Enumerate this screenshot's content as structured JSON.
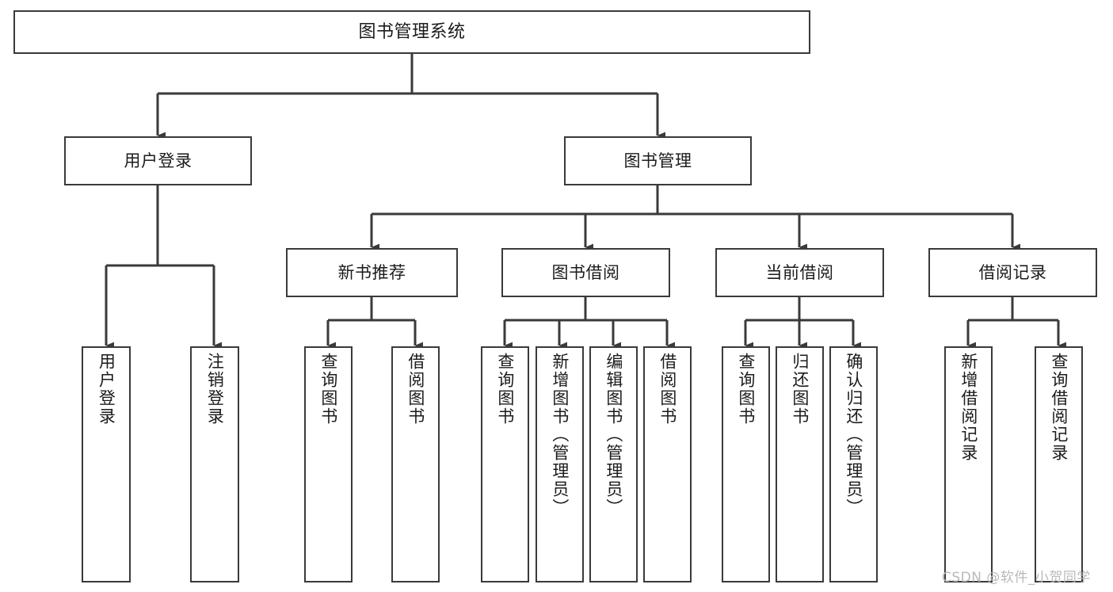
{
  "diagram": {
    "title": "图书管理系统",
    "type": "tree-hierarchy",
    "watermark": "CSDN @软件_小贺同学",
    "colors": {
      "box_border": "#3a3a3a",
      "box_fill": "#ffffff",
      "connector": "#3a3a3a",
      "text": "#1b1b1b",
      "watermark": "#b9b9b9",
      "background": "#ffffff"
    },
    "levels": {
      "root": "图书管理系统",
      "level2": [
        "用户登录",
        "图书管理"
      ],
      "level3": [
        "新书推荐",
        "图书借阅",
        "当前借阅",
        "借阅记录"
      ]
    },
    "nodes": {
      "root": {
        "label": "图书管理系统"
      },
      "user_login": {
        "label": "用户登录"
      },
      "book_manage": {
        "label": "图书管理"
      },
      "new_book_rec": {
        "label": "新书推荐"
      },
      "book_borrow": {
        "label": "图书借阅"
      },
      "current_borrow": {
        "label": "当前借阅"
      },
      "borrow_record": {
        "label": "借阅记录"
      },
      "leaf_user_login": {
        "label": "用户登录"
      },
      "leaf_logout": {
        "label": "注销登录"
      },
      "leaf_query_book_a": {
        "label": "查询图书"
      },
      "leaf_borrow_book_a": {
        "label": "借阅图书"
      },
      "leaf_query_book_b": {
        "label": "查询图书"
      },
      "leaf_add_book": {
        "label": "新增图书（管理员）"
      },
      "leaf_edit_book": {
        "label": "编辑图书（管理员）"
      },
      "leaf_borrow_book_b": {
        "label": "借阅图书"
      },
      "leaf_query_book_c": {
        "label": "查询图书"
      },
      "leaf_return_book": {
        "label": "归还图书"
      },
      "leaf_confirm_return": {
        "label": "确认归还（管理员）"
      },
      "leaf_add_record": {
        "label": "新增借阅记录"
      },
      "leaf_query_record": {
        "label": "查询借阅记录"
      }
    },
    "edges": [
      {
        "from": "图书管理系统",
        "to": "用户登录"
      },
      {
        "from": "图书管理系统",
        "to": "图书管理"
      },
      {
        "from": "用户登录",
        "to": "用户登录"
      },
      {
        "from": "用户登录",
        "to": "注销登录"
      },
      {
        "from": "图书管理",
        "to": "新书推荐"
      },
      {
        "from": "图书管理",
        "to": "图书借阅"
      },
      {
        "from": "图书管理",
        "to": "当前借阅"
      },
      {
        "from": "图书管理",
        "to": "借阅记录"
      },
      {
        "from": "新书推荐",
        "to": "查询图书"
      },
      {
        "from": "新书推荐",
        "to": "借阅图书"
      },
      {
        "from": "图书借阅",
        "to": "查询图书"
      },
      {
        "from": "图书借阅",
        "to": "新增图书（管理员）"
      },
      {
        "from": "图书借阅",
        "to": "编辑图书（管理员）"
      },
      {
        "from": "图书借阅",
        "to": "借阅图书"
      },
      {
        "from": "当前借阅",
        "to": "查询图书"
      },
      {
        "from": "当前借阅",
        "to": "归还图书"
      },
      {
        "from": "当前借阅",
        "to": "确认归还（管理员）"
      },
      {
        "from": "借阅记录",
        "to": "新增借阅记录"
      },
      {
        "from": "借阅记录",
        "to": "查询借阅记录"
      }
    ]
  }
}
